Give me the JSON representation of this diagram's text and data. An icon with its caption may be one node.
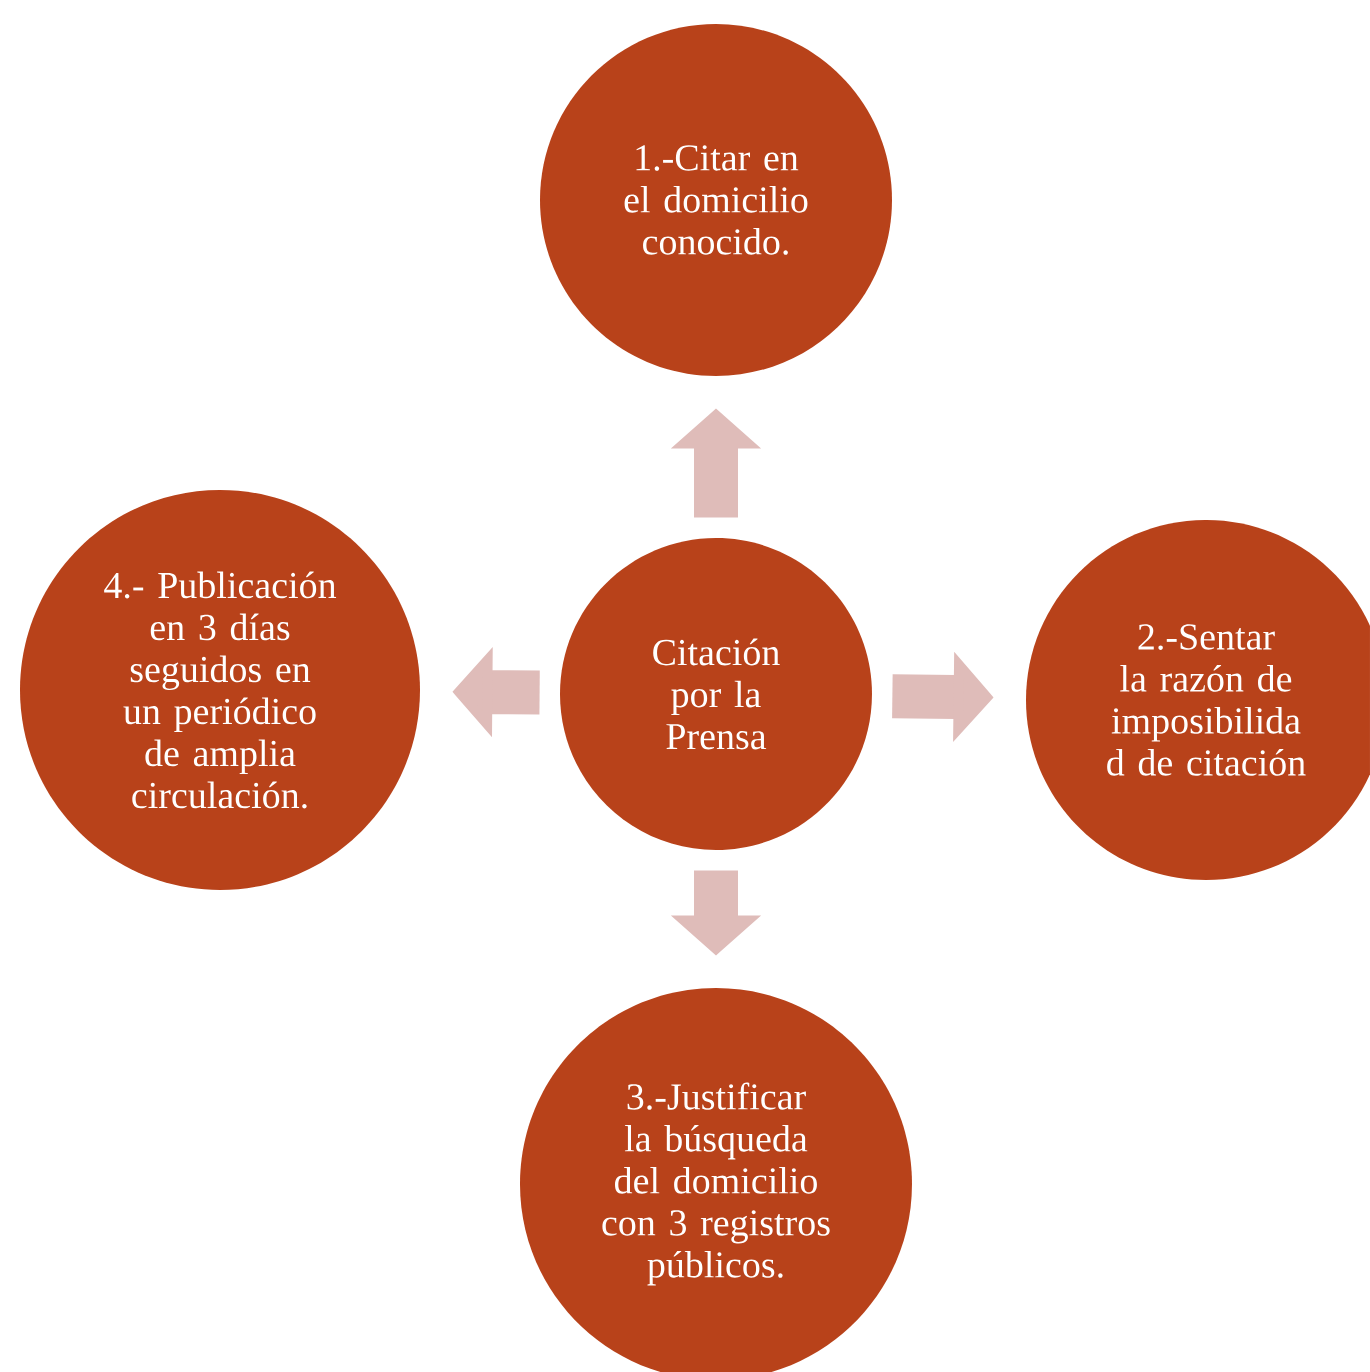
{
  "diagram": {
    "nodes": [
      {
        "text": [
          "Citación por la Prensa"
        ]
      },
      {
        "text": [
          "1.-Citar en el domicilio conocido."
        ]
      },
      {
        "text": [
          "2.-Sentar la razón de imposibilida d de citación"
        ]
      },
      {
        "text": [
          "3.-Justificar la búsqueda del domicilio con 3 registros públicos."
        ]
      },
      {
        "text": [
          "4.- Publicación en 3 días seguidos en un periódico de amplia circulación."
        ]
      }
    ],
    "edges": [
      {
        "from": 0,
        "to": 1,
        "arrow": "to"
      },
      {
        "from": 0,
        "to": 2,
        "arrow": "to"
      },
      {
        "from": 0,
        "to": 3,
        "arrow": "to"
      },
      {
        "from": 0,
        "to": 4,
        "arrow": "to"
      }
    ]
  }
}
